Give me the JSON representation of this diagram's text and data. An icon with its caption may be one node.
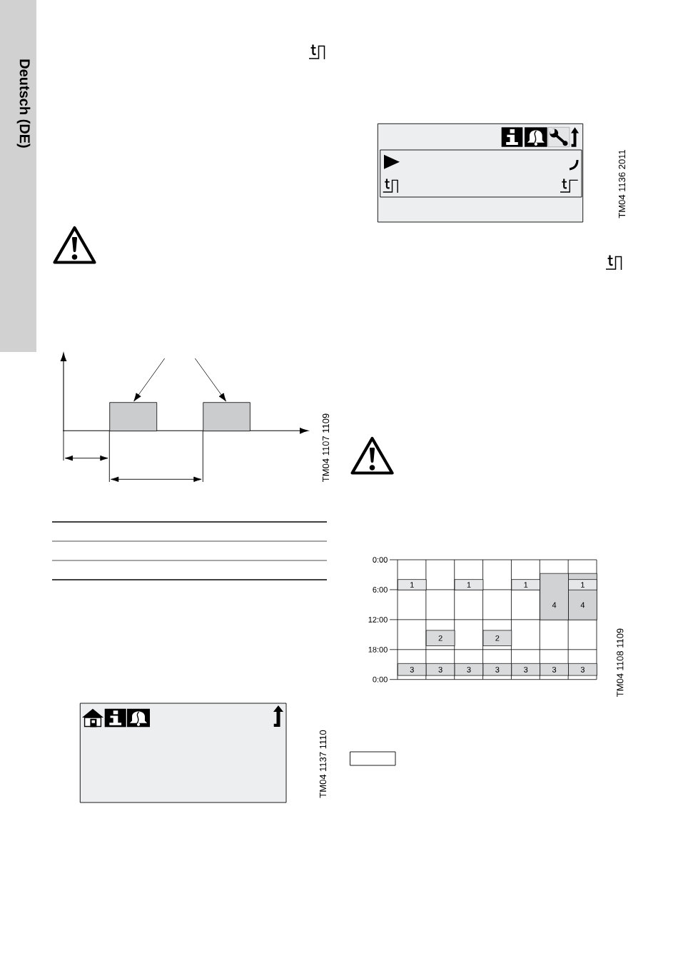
{
  "diagram": {
    "nodes": [
      {
        "text": [],
        "shape": "box"
      },
      {
        "text": [],
        "shape": "box"
      },
      {
        "text": [
          "1"
        ]
      },
      {
        "text": [
          "1"
        ]
      },
      {
        "text": [
          "1"
        ]
      },
      {
        "text": [
          "4"
        ]
      },
      {
        "text": [
          "4"
        ]
      },
      {
        "text": [
          "1"
        ],
        "in": 6
      },
      {
        "text": [
          "2"
        ]
      },
      {
        "text": [
          "2"
        ]
      },
      {
        "text": [
          "3"
        ]
      },
      {
        "text": [
          "3"
        ]
      },
      {
        "text": [
          "3"
        ]
      },
      {
        "text": [
          "3"
        ]
      },
      {
        "text": [
          "3"
        ]
      },
      {
        "text": [
          "3"
        ]
      },
      {
        "text": [
          "3"
        ]
      }
    ],
    "edges": [
      {
        "from": null,
        "to": 0,
        "arrow": "to"
      },
      {
        "from": null,
        "to": 1,
        "arrow": "to"
      }
    ],
    "labels": [
      "Deutsch (DE)",
      "TM04 1136 2011",
      "TM04 1107 1109",
      "0:00",
      "6:00",
      "12:00",
      "18:00",
      "0:00",
      "TM04 1108 1109",
      "TM04 1137 1110"
    ]
  }
}
